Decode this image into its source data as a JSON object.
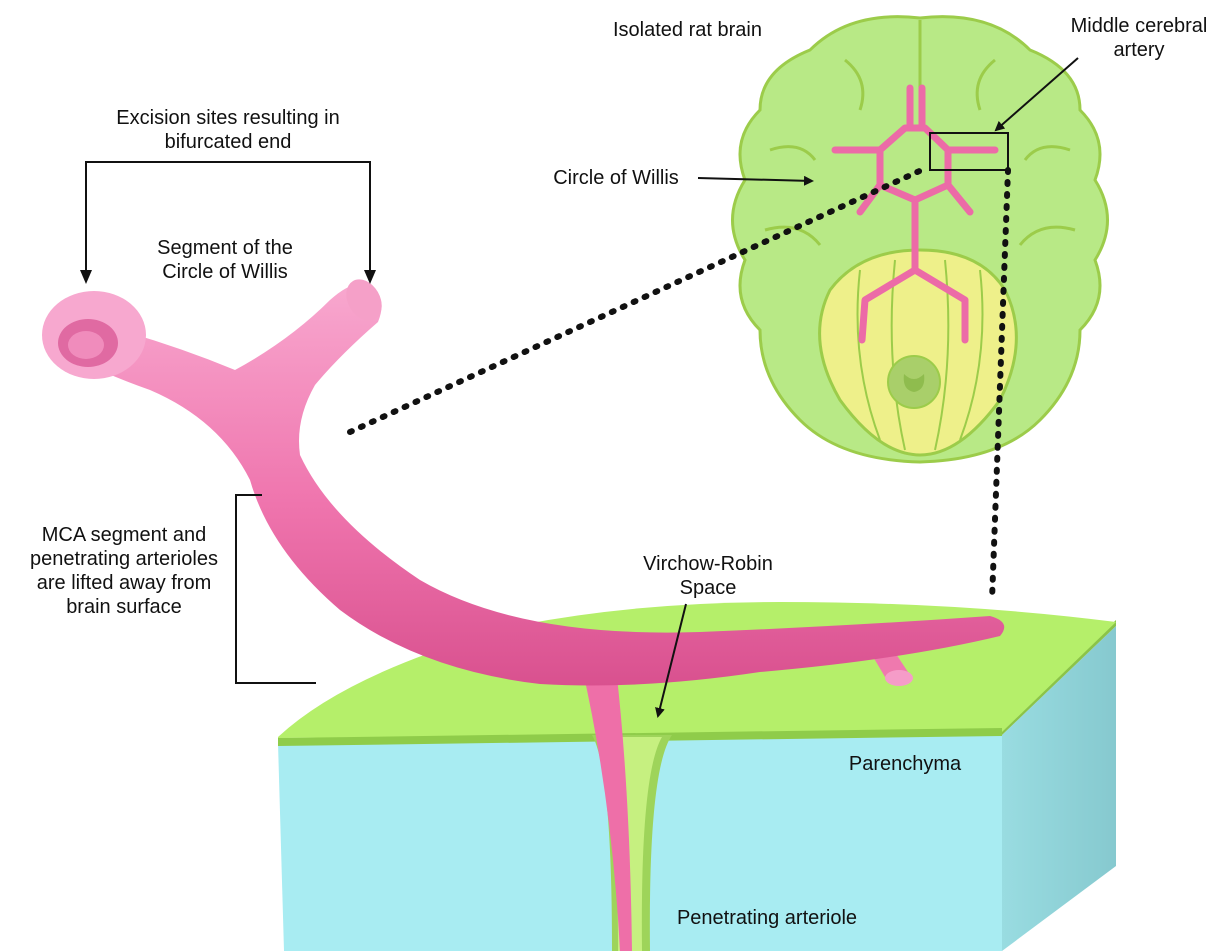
{
  "labels": {
    "isolated_brain": "Isolated rat brain",
    "mca": "Middle cerebral\nartery",
    "excision_sites": "Excision sites resulting in\nbifurcated end",
    "circle_of_willis": "Circle of Willis",
    "segment": "Segment of the\nCircle of Willis",
    "mca_segment": "MCA segment and\npenetrating arterioles\nare lifted away from\nbrain surface",
    "virchow_robin": "Virchow-Robin\nSpace",
    "parenchyma": "Parenchyma",
    "penetrating_arteriole": "Penetrating arteriole"
  },
  "colors": {
    "artery_pink": "#f07ab0",
    "artery_light": "#f59cc8",
    "brain_green": "#b8e986",
    "brain_outline": "#9ccc4a",
    "cerebellum_yellow": "#eef08a",
    "tissue_top": "#b5ef6a",
    "tissue_cyan": "#a9edf3",
    "tissue_side": "#8fd3d8"
  }
}
